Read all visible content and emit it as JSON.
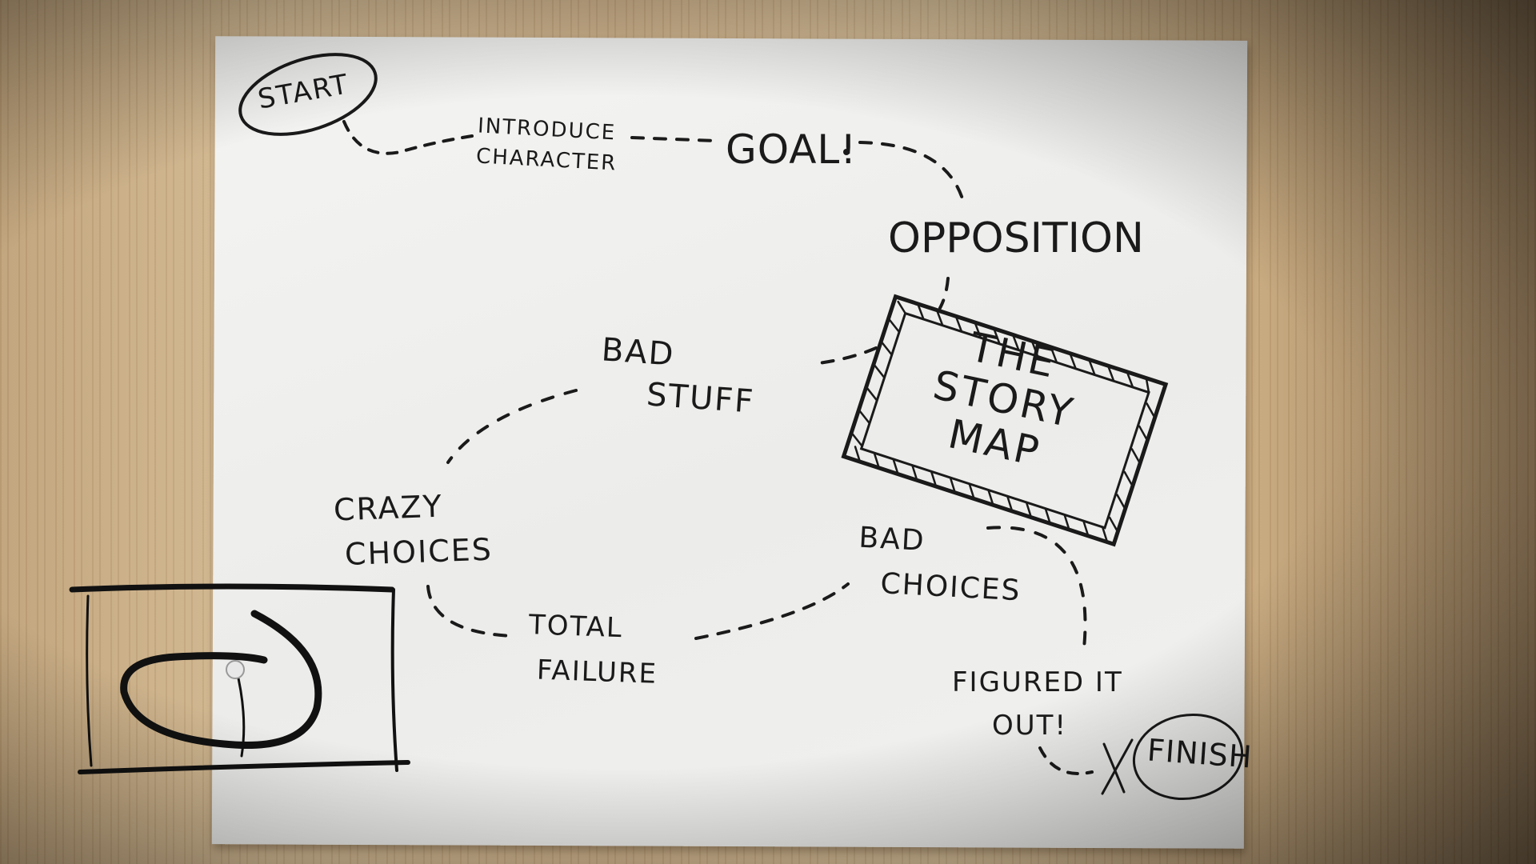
{
  "scene": {
    "description_labels": {
      "start": "START",
      "introduce_line1": "INTRODUCE",
      "introduce_line2": "CHARACTER",
      "goal": "GOAL!",
      "opposition": "OPPOSITION",
      "bad_stuff_line1": "BAD",
      "bad_stuff_line2": "STUFF",
      "story_map_line1": "THE",
      "story_map_line2": "STORY",
      "story_map_line3": "MAP",
      "crazy_line1": "CRAZY",
      "crazy_line2": "CHOICES",
      "total_line1": "TOTAL",
      "total_line2": "FAILURE",
      "bad_choices_line1": "BAD",
      "bad_choices_line2": "CHOICES",
      "figured_line1": "FIGURED IT",
      "figured_line2": "OUT!",
      "finish": "FINISH"
    },
    "colors": {
      "ink": "#1a1a1a",
      "paper": "#f1f1ef",
      "wood": "#c9ad84"
    },
    "icons": [
      "logo-mark-icon"
    ]
  }
}
